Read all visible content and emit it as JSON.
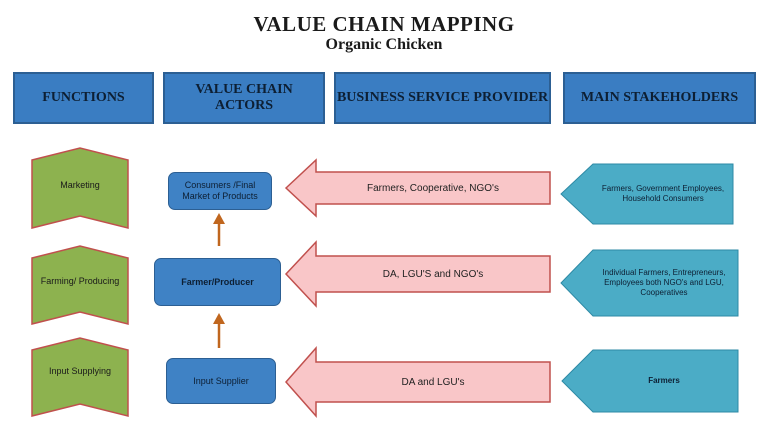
{
  "title": "VALUE CHAIN MAPPING",
  "subtitle": "Organic Chicken",
  "headers": {
    "functions": "FUNCTIONS",
    "actors": "VALUE CHAIN ACTORS",
    "providers": "BUSINESS SERVICE PROVIDER",
    "stakeholders": "MAIN STAKEHOLDERS"
  },
  "functions": [
    "Marketing",
    "Farming/ Producing",
    "Input Supplying"
  ],
  "actors": [
    "Consumers /Final Market of Products",
    "Farmer/Producer",
    "Input Supplier"
  ],
  "providers": [
    "Farmers, Cooperative, NGO's",
    "DA, LGU'S and NGO's",
    "DA and LGU's"
  ],
  "stakeholders": [
    "Farmers, Government Employees, Household Consumers",
    "Individual Farmers, Entrepreneurs, Employees both NGO's and LGU, Cooperatives",
    "Farmers"
  ],
  "colors": {
    "header_blue": "#3a7dc2",
    "function_green": "#8db24f",
    "function_border": "#c0504d",
    "provider_pink": "#f9c6c8",
    "provider_border": "#c0504d",
    "stakeholder_teal": "#4bacc6",
    "connector_brown": "#c0661e"
  }
}
